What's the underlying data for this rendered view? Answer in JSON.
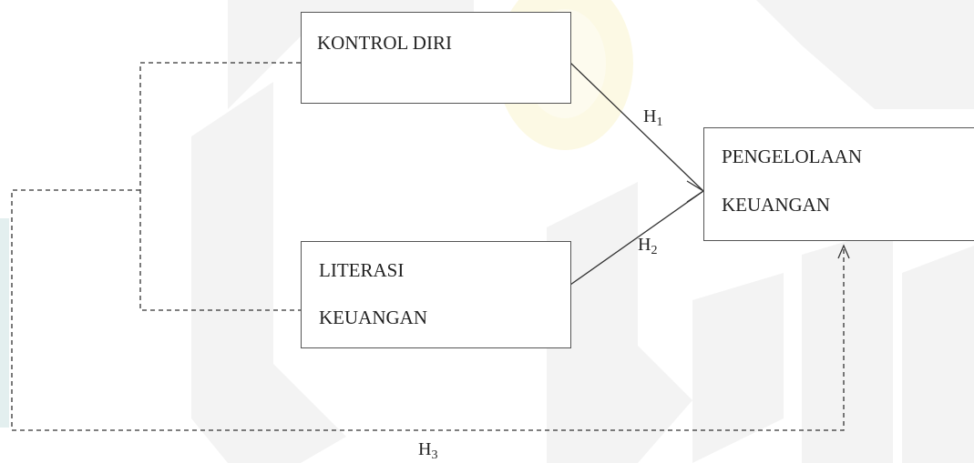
{
  "nodes": {
    "kontrol_diri": {
      "label": "KONTROL DIRI"
    },
    "literasi_keuangan": {
      "line1": "LITERASI",
      "line2": "KEUANGAN"
    },
    "pengelolaan_keuangan": {
      "line1": "PENGELOLAAN",
      "line2": "KEUANGAN"
    }
  },
  "hypotheses": {
    "h1": {
      "letter": "H",
      "index": "1"
    },
    "h2": {
      "letter": "H",
      "index": "2"
    },
    "h3": {
      "letter": "H",
      "index": "3"
    }
  },
  "colors": {
    "line": "#333333",
    "box_border": "#555555",
    "watermark": "#f1f1f1",
    "watermark_gold": "#fbf7dc",
    "watermark_teal": "#dfeeee"
  }
}
